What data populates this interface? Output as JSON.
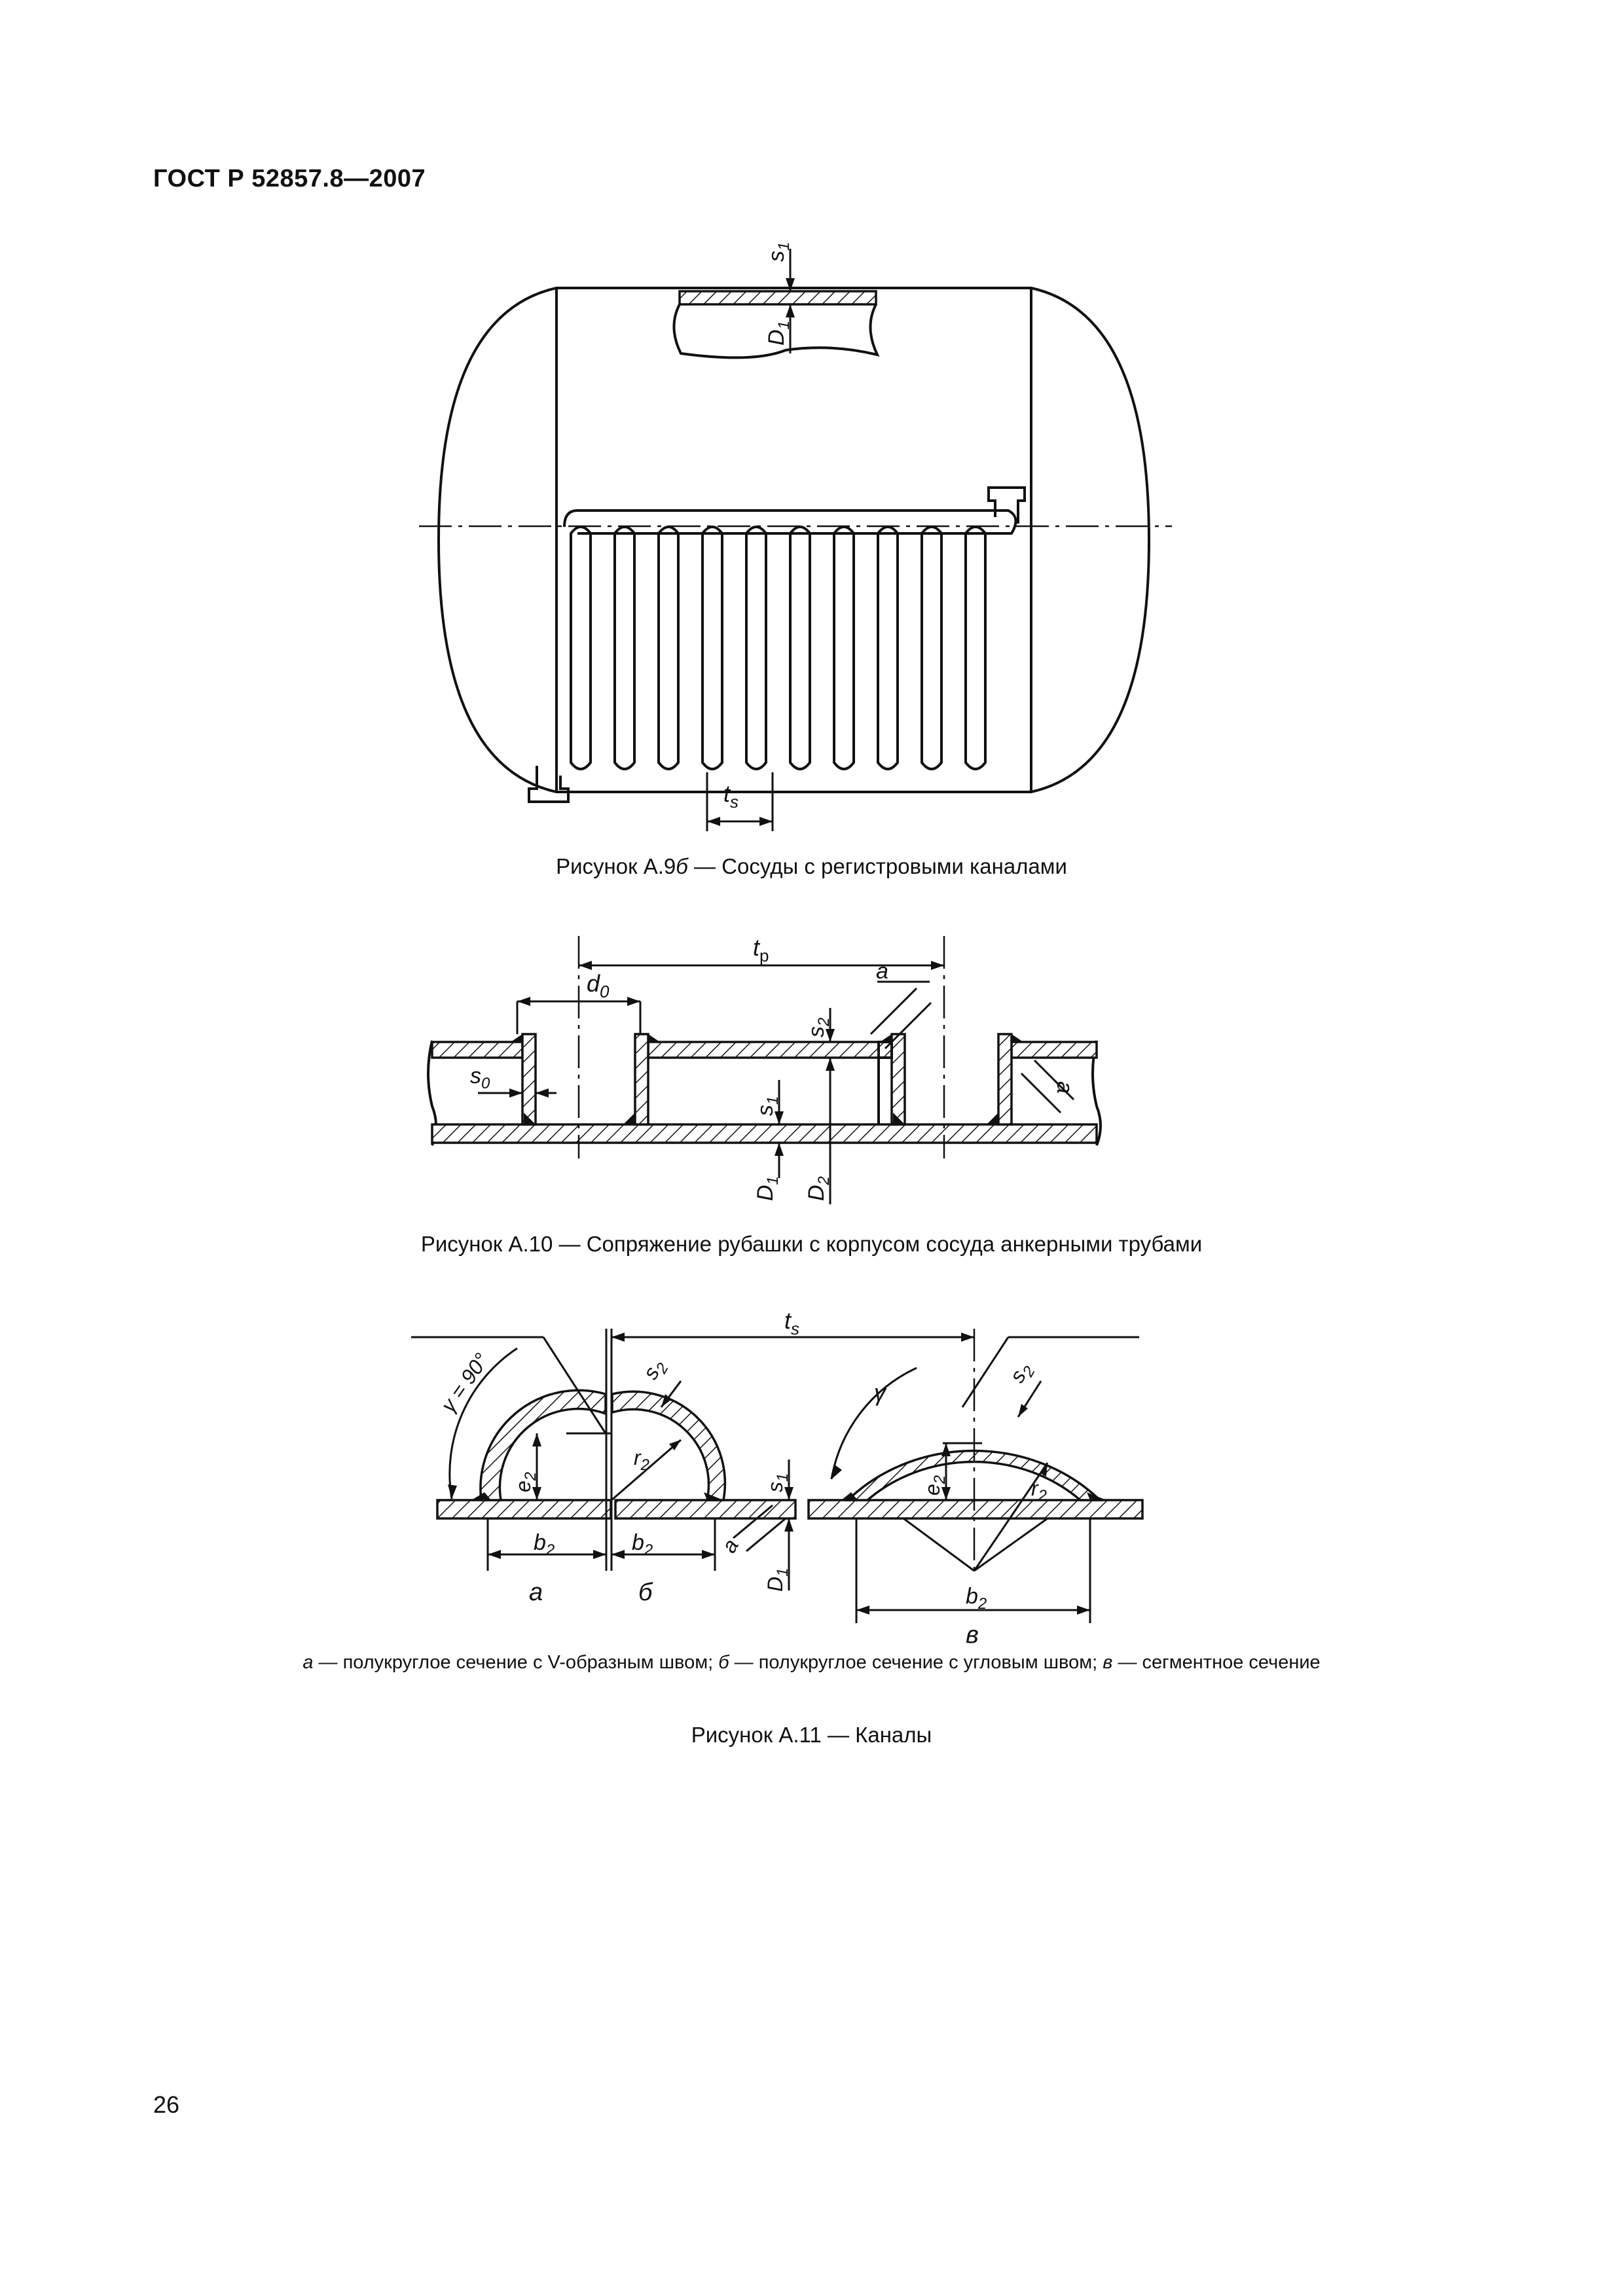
{
  "header": {
    "standard": "ГОСТ Р 52857.8—2007"
  },
  "figure_a9b": {
    "caption_prefix": "Рисунок А.9",
    "caption_letter": "б",
    "caption_rest": " — Сосуды с регистровыми каналами",
    "labels": {
      "s": "s",
      "s_sub": "1",
      "D": "D",
      "D_sub": "1",
      "t": "t",
      "t_sub": "s"
    }
  },
  "figure_a10": {
    "caption": "Рисунок А.10 — Сопряжение рубашки с корпусом сосуда анкерными трубами",
    "labels": {
      "t": "t",
      "tp_sub": "p",
      "d": "d",
      "d0_sub": "0",
      "a": "a",
      "s": "s",
      "s2_sub": "2",
      "s1_sub": "1",
      "s0_sub": "0",
      "D": "D",
      "D1_sub": "1",
      "D2_sub": "2"
    }
  },
  "figure_a11": {
    "caption": "Рисунок А.11  — Каналы",
    "labels": {
      "ts": "t",
      "ts_sub": "s",
      "gamma90": "γ = 90°",
      "gamma": "γ",
      "s": "s",
      "s2_sub": "2",
      "s1_sub": "1",
      "r": "r",
      "r2_sub": "2",
      "e": "e",
      "e2_sub": "2",
      "b": "b",
      "b2_sub": "2",
      "a": "a",
      "D": "D",
      "D1_sub": "1",
      "part_a": "а",
      "part_b": "б",
      "part_v": "в"
    },
    "legend": {
      "a_letter": "а",
      "a_text": " — полукруглое сечение с V-образным швом; ",
      "b_letter": "б",
      "b_text": " — полукруглое сечение с угловым швом; ",
      "v_letter": "в",
      "v_text": " — сегментное сечение"
    }
  },
  "page_number": "26"
}
